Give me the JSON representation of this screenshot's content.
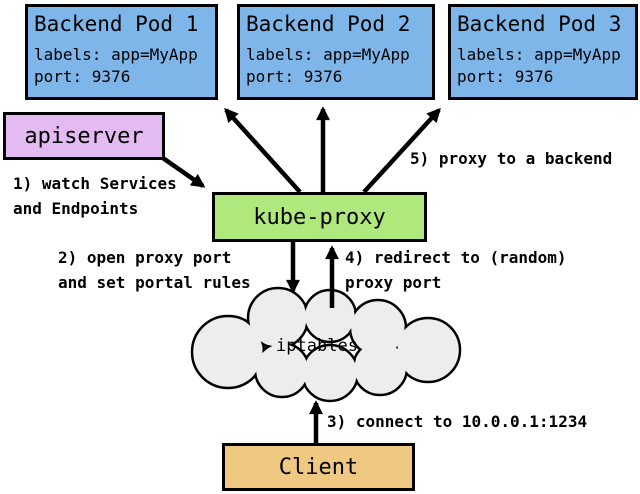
{
  "diagram": {
    "pods": [
      {
        "title": "Backend Pod 1",
        "labels": "labels: app=MyApp",
        "port": "port: 9376"
      },
      {
        "title": "Backend Pod 2",
        "labels": "labels: app=MyApp",
        "port": "port: 9376"
      },
      {
        "title": "Backend Pod 3",
        "labels": "labels: app=MyApp",
        "port": "port: 9376"
      }
    ],
    "apiserver_label": "apiserver",
    "kube_proxy_label": "kube-proxy",
    "iptables_label": "iptables",
    "client_label": "Client",
    "annotations": {
      "step1_line1": "1) watch Services",
      "step1_line2": "and Endpoints",
      "step2_line1": "2) open proxy port",
      "step2_line2": "and set portal rules",
      "step3": "3) connect to 10.0.0.1:1234",
      "step4_line1": "4) redirect to (random)",
      "step4_line2": "proxy port",
      "step5": "5) proxy to a backend"
    },
    "colors": {
      "pod_fill": "#7fb6e9",
      "apiserver_fill": "#e4baf2",
      "kube_proxy_fill": "#afe87d",
      "client_fill": "#efc981",
      "cloud_fill": "#ededed",
      "outline": "#000000"
    }
  }
}
